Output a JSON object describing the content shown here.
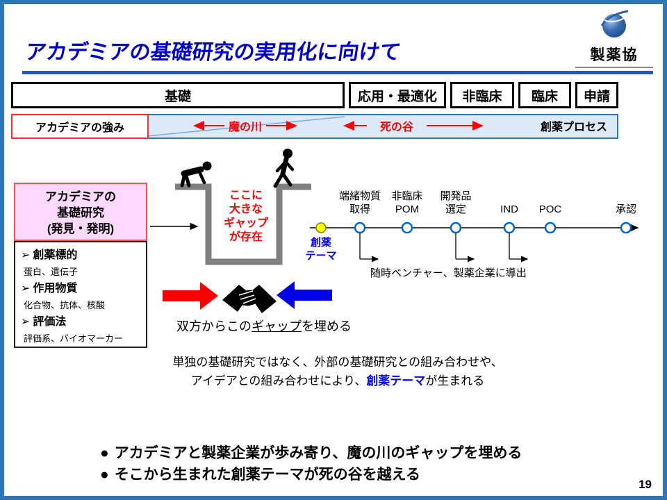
{
  "slide": {
    "title": "アカデミアの基礎研究の実用化に向けて",
    "page_number": "19",
    "logo": {
      "text": "製薬協"
    }
  },
  "process_bar": {
    "stages": [
      {
        "label": "基礎"
      },
      {
        "label": "応用・最適化"
      },
      {
        "label": "非臨床"
      },
      {
        "label": "臨床"
      },
      {
        "label": "申請"
      }
    ]
  },
  "band": {
    "academia_strength": "アカデミアの強み",
    "devil_river": "魔の川",
    "valley_of_death": "死の谷",
    "process_label": "創薬プロセス"
  },
  "academia_box": {
    "lines": [
      "アカデミアの",
      "基礎研究",
      "(発見・発明)"
    ]
  },
  "research_items": {
    "marker": "➢",
    "items": [
      {
        "head": "創薬標的",
        "sub": "蛋白、遺伝子"
      },
      {
        "head": "作用物質",
        "sub": "化合物、抗体、核酸"
      },
      {
        "head": "評価法",
        "sub": "評価系、バイオマーカー"
      }
    ]
  },
  "gap": {
    "lines": [
      "ここに",
      "大きな",
      "ギャップ",
      "が存在"
    ]
  },
  "timeline": {
    "start": {
      "line1": "創薬",
      "line2": "テーマ"
    },
    "milestones": [
      {
        "line1": "端緒物質",
        "line2": "取得"
      },
      {
        "line1": "非臨床",
        "line2": "POM"
      },
      {
        "line1": "開発品",
        "line2": "選定"
      },
      {
        "line1": "IND",
        "line2": ""
      },
      {
        "line1": "POC",
        "line2": ""
      },
      {
        "line1": "承認",
        "line2": ""
      }
    ],
    "licensing_note": "随時ベンチャー、製薬企業に導出"
  },
  "bridge": {
    "prefix": "双方からこの",
    "underlined": "ギャップ",
    "suffix": "を埋める"
  },
  "idea_note": {
    "line1": "単独の基礎研究ではなく、外部の基礎研究との組み合わせや、",
    "line2_prefix": "アイデアとの組み合わせにより、",
    "line2_highlight": "創薬テーマ",
    "line2_suffix": "が生まれる"
  },
  "bullets": {
    "marker": "●",
    "items": [
      "アカデミアと製薬企業が歩み寄り、魔の川のギャップを埋める",
      "そこから生まれた創薬テーマが死の谷を越える"
    ]
  },
  "colors": {
    "title_blue": "#0000CC",
    "border_blue": "#2E75B6",
    "accent_red": "#FF0000",
    "band_fill": "#DCE9F8",
    "pink_fill": "#FFD9FF",
    "circle_blue": "#0066CC",
    "theme_yellow": "#FFFF00",
    "highlight_blue": "#0000FF"
  }
}
